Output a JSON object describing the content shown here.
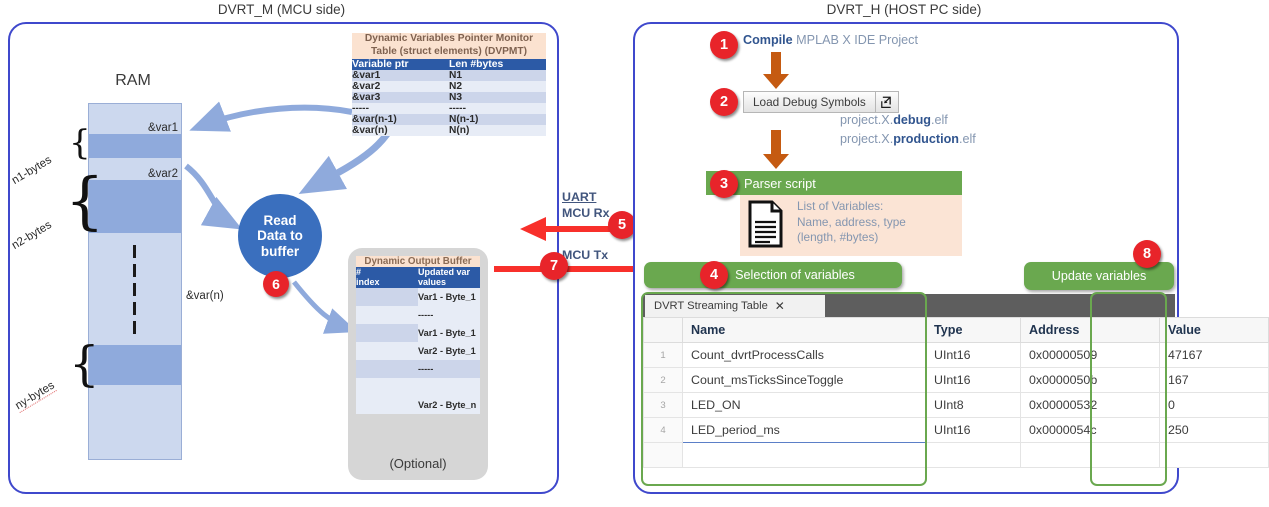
{
  "panels": {
    "mcu_title": "DVRT_M (MCU side)",
    "host_title": "DVRT_H (HOST PC side)"
  },
  "ram": {
    "label": "RAM",
    "pointers": [
      "&var1",
      "&var2",
      "&var(n)"
    ],
    "brace_labels": [
      "n1-bytes",
      "n2-bytes",
      "ny-bytes"
    ]
  },
  "circle_node": {
    "line1": "Read",
    "line2": "Data to",
    "line3": "buffer",
    "badge": "6"
  },
  "dvpmt": {
    "caption_line1": "Dynamic Variables Pointer Monitor",
    "caption_line2": "Table (struct elements) (DVPMT)",
    "headers": [
      "Variable ptr",
      "Len #bytes"
    ],
    "rows": [
      [
        "&var1",
        "N1"
      ],
      [
        "&var2",
        "N2"
      ],
      [
        "&var3",
        "N3"
      ],
      [
        "-----",
        "-----"
      ],
      [
        "&var(n-1)",
        "N(n-1)"
      ],
      [
        "&var(n)",
        "N(n)"
      ]
    ]
  },
  "output_buffer": {
    "caption": "Dynamic Output Buffer",
    "header_index_line1": "#",
    "header_index_line2": "index",
    "header_values_line1": "Updated var",
    "header_values_line2": "values",
    "rows": [
      "Var1 - Byte_1",
      "-----",
      "Var1 - Byte_1",
      "Var2 - Byte_1",
      "-----",
      "",
      "Var2 - Byte_n"
    ],
    "footer": "(Optional)"
  },
  "uart": {
    "title": "UART",
    "rx": "MCU Rx",
    "tx": "MCU Tx",
    "badge_rx": "5",
    "badge_tx": "7"
  },
  "host": {
    "step1": {
      "badge": "1",
      "bold": "Compile",
      "rest": " MPLAB X IDE Project"
    },
    "step2": {
      "badge": "2",
      "button_label": "Load Debug Symbols",
      "button_icon": "open-external-icon",
      "file1_pre": "project.X.",
      "file1_bold": "debug",
      "file1_post": ".elf",
      "file2_pre": "project.X.",
      "file2_bold": "production",
      "file2_post": ".elf"
    },
    "step3": {
      "badge": "3",
      "title": "Parser script",
      "icon": "document-icon",
      "desc_line1": "List of Variables:",
      "desc_line2": "Name, address, type",
      "desc_line3": "(length, #bytes)"
    },
    "step4": {
      "badge": "4",
      "label": "Selection of variables"
    },
    "step8": {
      "badge": "8",
      "label": "Update variables"
    }
  },
  "streaming_table": {
    "tab_label": "DVRT Streaming Table",
    "tab_close_icon": "close-icon",
    "columns": [
      "",
      "Name",
      "Type",
      "Address",
      "Value"
    ],
    "rows": [
      {
        "index": "1",
        "name": "Count_dvrtProcessCalls",
        "type": "UInt16",
        "address": "0x00000509",
        "value": "47167"
      },
      {
        "index": "2",
        "name": "Count_msTicksSinceToggle",
        "type": "UInt16",
        "address": "0x0000050b",
        "value": "167"
      },
      {
        "index": "3",
        "name": "LED_ON",
        "type": "UInt8",
        "address": "0x00000532",
        "value": "0"
      },
      {
        "index": "4",
        "name": "LED_period_ms",
        "type": "UInt16",
        "address": "0x0000054c",
        "value": "250"
      }
    ],
    "focused_row": 4
  },
  "colors": {
    "panel_border": "#3f48cc",
    "badge_red": "#e8242a",
    "green": "#6aa84f",
    "red_arrow": "#f8302b",
    "orange_arrow": "#c55a11",
    "table_header_blue": "#2c5aa6",
    "ram_light": "#ccd8ee",
    "ram_dark": "#8faadc",
    "circle_blue": "#3a6fbe"
  }
}
